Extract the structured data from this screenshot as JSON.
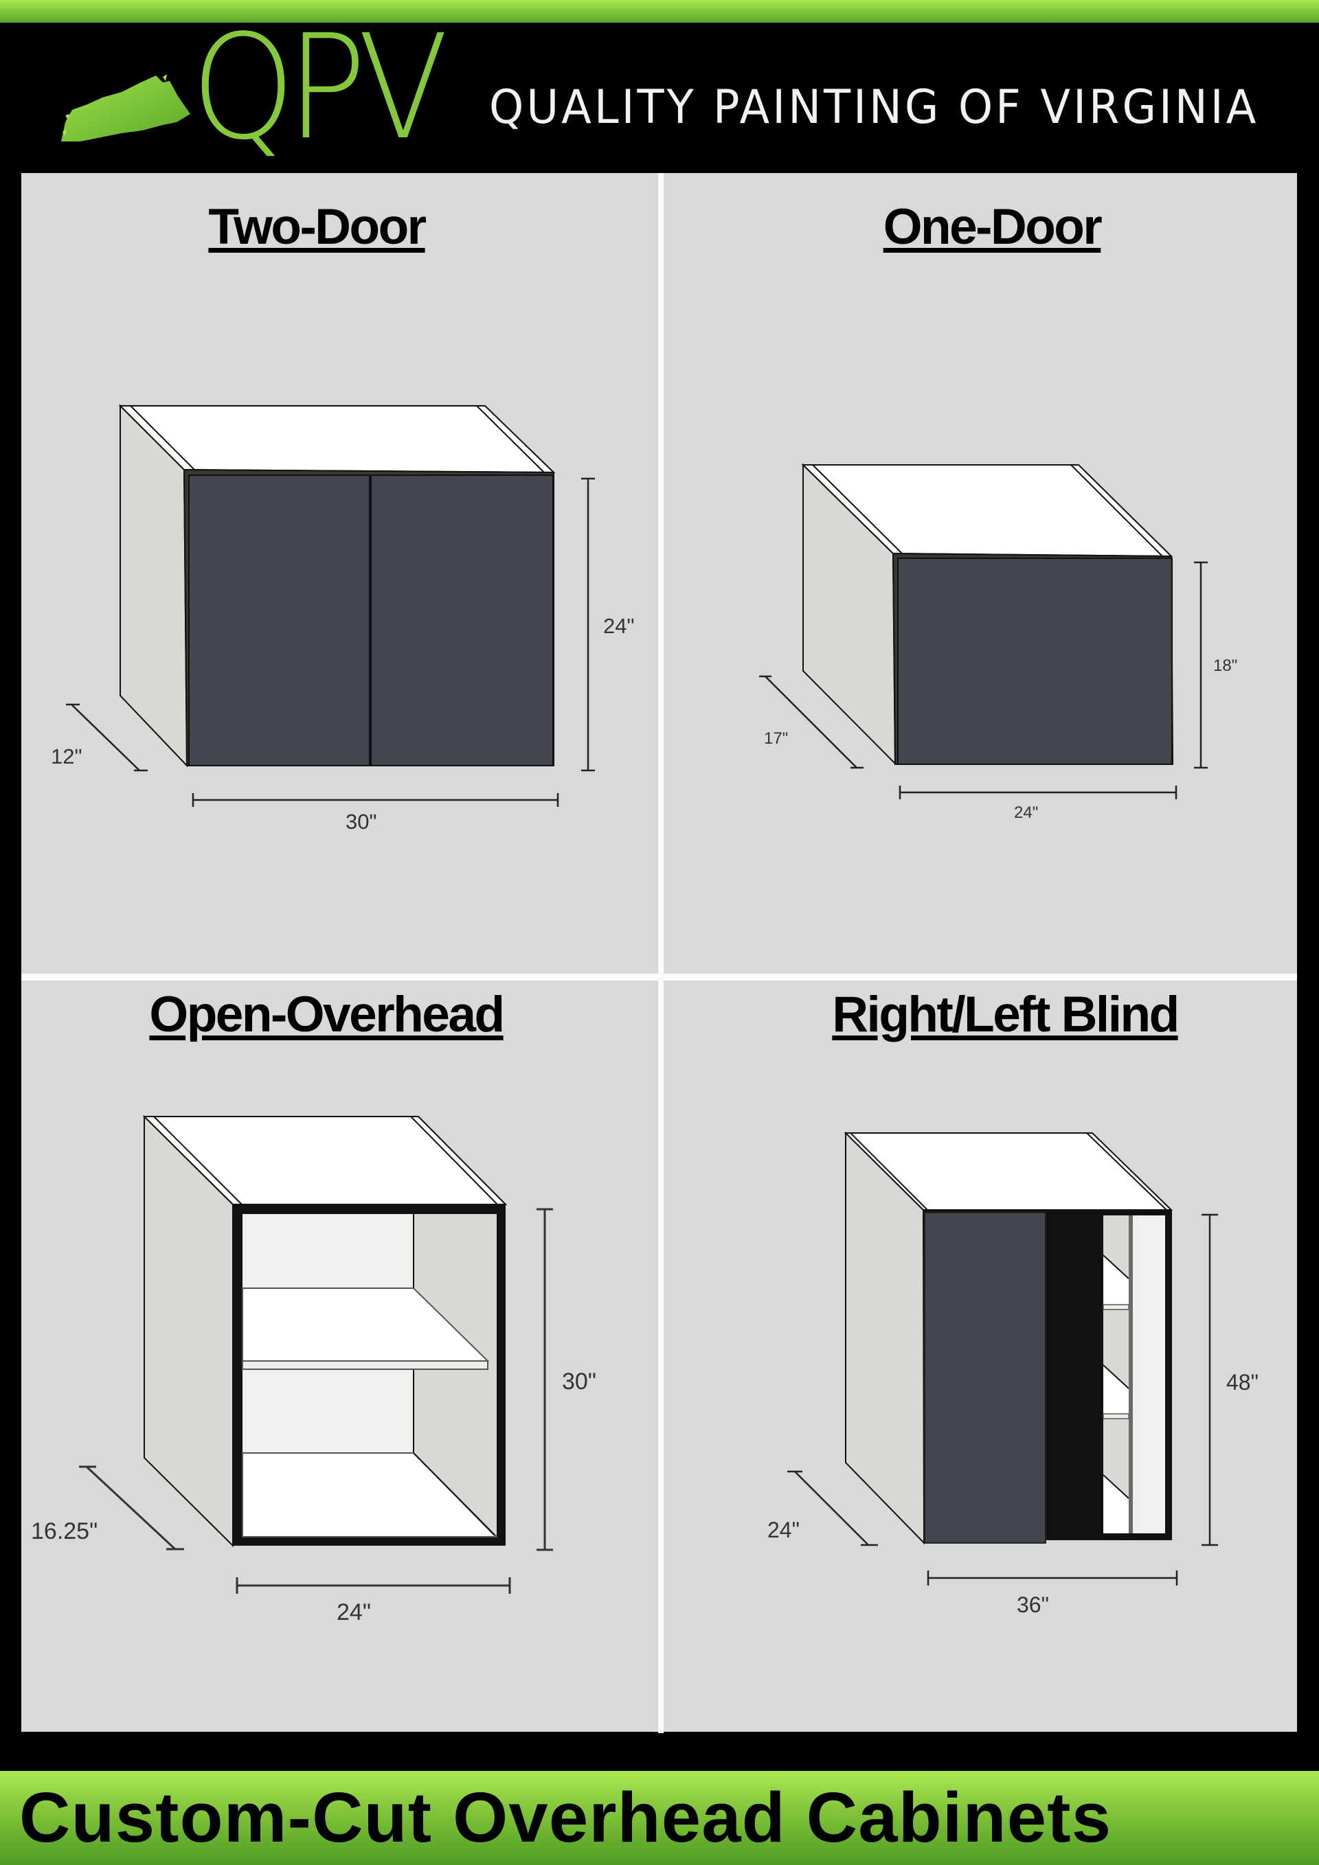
{
  "header": {
    "logo_text": "QPV",
    "tagline": "QUALITY PAINTING OF VIRGINIA",
    "brand_color": "#86c83c"
  },
  "panels": [
    {
      "title": "Two-Door",
      "dimensions": {
        "width": "30\"",
        "height": "24\"",
        "depth": "12\""
      }
    },
    {
      "title": "One-Door",
      "dimensions": {
        "width": "24\"",
        "height": "18\"",
        "depth": "17\""
      }
    },
    {
      "title": "Open-Overhead",
      "dimensions": {
        "width": "24\"",
        "height": "30\"",
        "depth": "16.25\""
      }
    },
    {
      "title": "Right/Left Blind",
      "dimensions": {
        "width": "36\"",
        "height": "48\"",
        "depth": "24\""
      }
    }
  ],
  "footer": {
    "title": "Custom-Cut Overhead Cabinets"
  },
  "colors": {
    "door": "#43464e",
    "side": "#d8d9d4",
    "top": "#ffffff",
    "panel_bg": "#d9d9d9",
    "accent_green": "#7bbf36"
  }
}
